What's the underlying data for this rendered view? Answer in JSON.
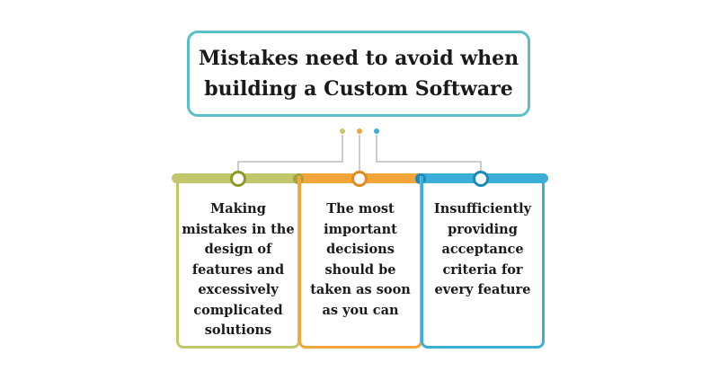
{
  "title": "Mistakes need to avoid when\nbuilding a Custom Software",
  "colors": {
    "title_border": "#5bbfc9",
    "green": "#c3c76b",
    "orange": "#f2a53a",
    "blue": "#3aaed6",
    "connector": "#9a9a9a"
  },
  "cards": [
    {
      "text": "Making\nmistakes in the\ndesign of\nfeatures and\nexcessively\ncomplicated\nsolutions"
    },
    {
      "text": "The most\nimportant\ndecisions\nshould be\ntaken as soon\nas you can"
    },
    {
      "text": "Insufficiently\nproviding\nacceptance\ncriteria for\nevery feature"
    }
  ]
}
